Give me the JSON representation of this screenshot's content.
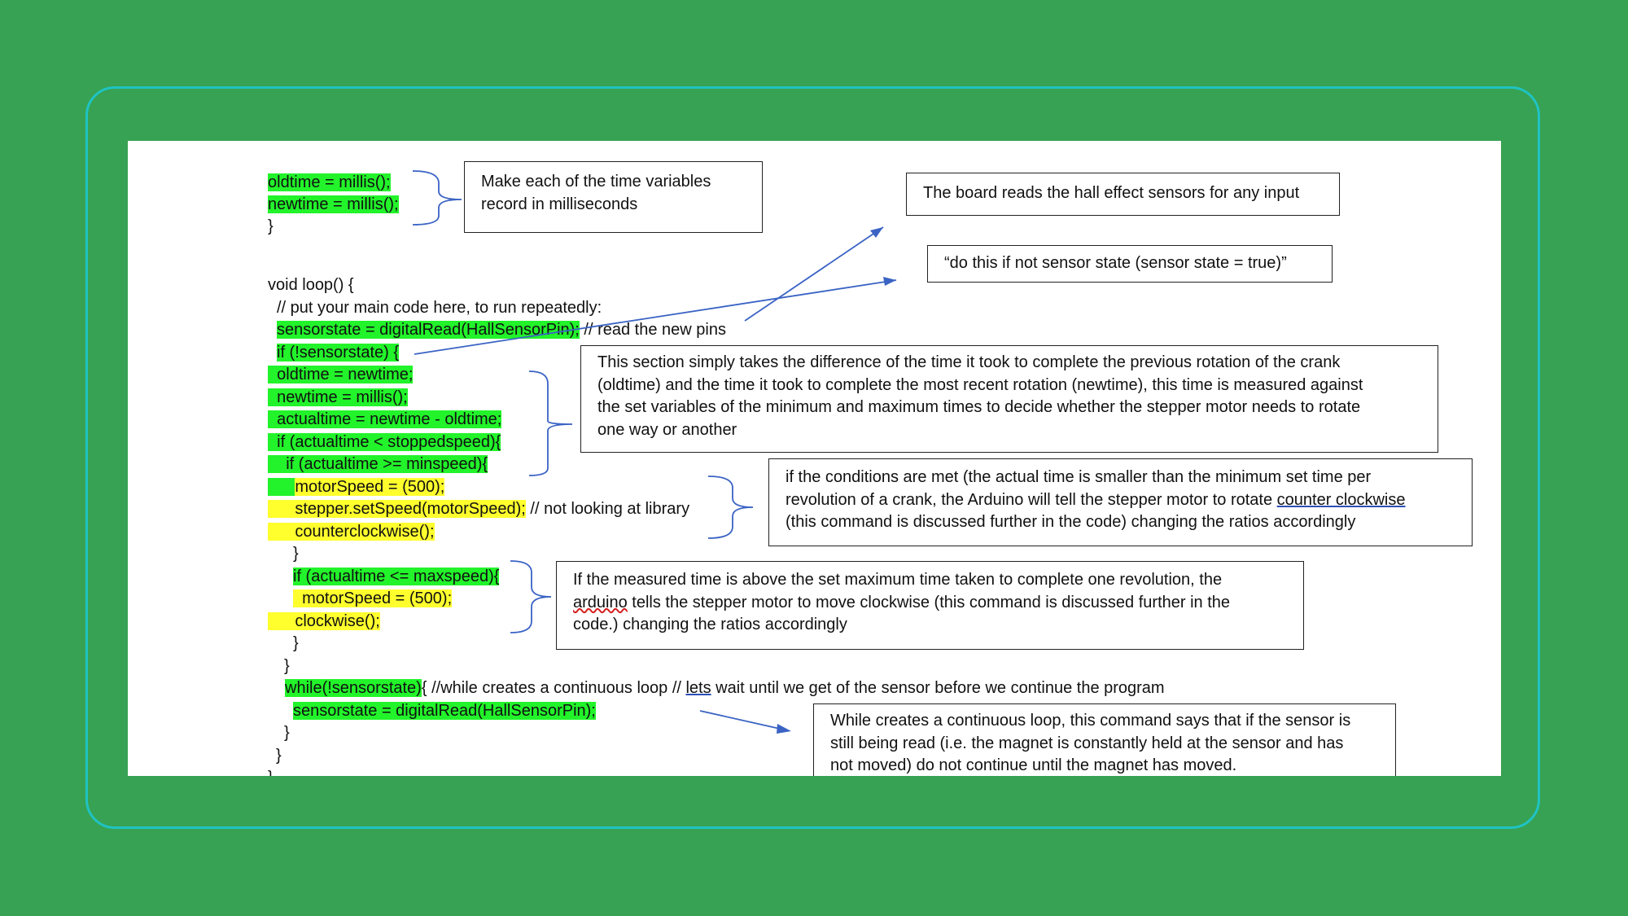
{
  "code": {
    "l1": "oldtime = millis();",
    "l2": "newtime = millis();",
    "l3": "}",
    "l4": "void loop() {",
    "l5": "// put your main code here, to run repeatedly:",
    "l6": "sensorstate = digitalRead(HallSensorPin);",
    "l6c": " // read the new pins",
    "l7": "if (!sensorstate) {",
    "l8": "oldtime = newtime;",
    "l9": "newtime = millis();",
    "l10": "actualtime = newtime - oldtime;",
    "l11": "if (actualtime < stoppedspeed){",
    "l12": "if (actualtime >= minspeed){",
    "l13": "motorSpeed = (500);",
    "l14": "stepper.setSpeed(motorSpeed);",
    "l14c": " // not looking at library",
    "l15": "counterclockwise();",
    "l16": "}",
    "l17": "if (actualtime <= maxspeed){",
    "l18": "motorSpeed = (500);",
    "l19": "clockwise();",
    "l20": "}",
    "l21": "}",
    "l22a": "while(!sensorstate)",
    "l22b": "{ //while creates a continuous loop // ",
    "l22c": "lets",
    "l22d": " wait until we get of the sensor before we continue the program",
    "l23": "sensorstate = digitalRead(HallSensorPin);",
    "l24": "}",
    "l25": "}",
    "l26": "}"
  },
  "notes": {
    "n1": "Make each of the time variables\nrecord in milliseconds",
    "n2": "The board reads the hall effect sensors for any input",
    "n3": "“do this if not sensor state (sensor state = true)”",
    "n4": "This section simply takes the difference of the time it took to complete the previous rotation of the crank\n(oldtime) and the time it took to complete the most recent rotation (newtime), this time is measured against\nthe set variables of the minimum and maximum times to decide whether the stepper motor needs to rotate\none way or another",
    "n5a": "if the conditions are met (the actual time is smaller than the minimum set time per\nrevolution of a crank, the Arduino will tell the stepper motor to rotate ",
    "n5b": "counter clockwise",
    "n5c": "\n(this command is discussed further in the code) changing the ratios accordingly",
    "n6a": "If the measured time is above the set maximum time taken to complete one revolution, the\n",
    "n6b": "arduino",
    "n6c": " tells the stepper motor to move clockwise (this command is discussed further in the\ncode.) changing the ratios accordingly",
    "n7": "While creates a continuous loop, this command says that if the sensor is\nstill being read (i.e. the magnet is constantly held at the sensor and has\nnot moved) do not continue until the magnet has moved."
  },
  "colors": {
    "background": "#37a253",
    "frame": "#1fc3c3",
    "highlight_green": "#22f32a",
    "highlight_yellow": "#ffff2e",
    "arrow": "#3a63c4"
  }
}
